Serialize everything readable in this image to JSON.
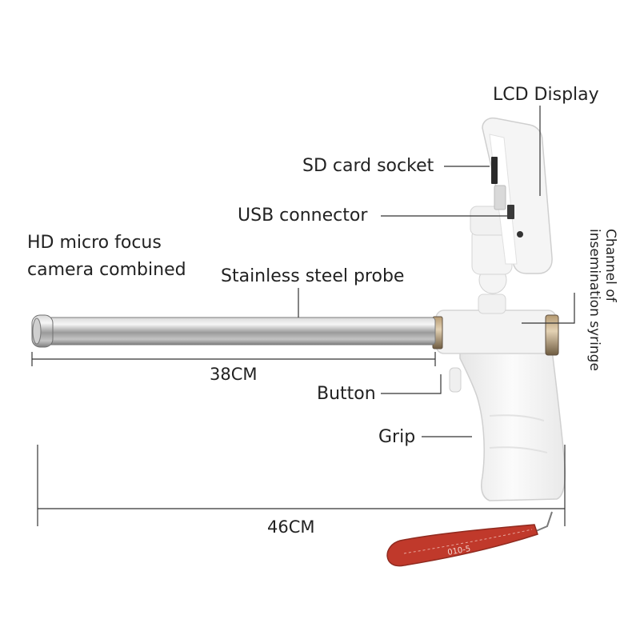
{
  "labels": {
    "lcd_display": "LCD Display",
    "sd_card_socket": "SD card socket",
    "usb_connector": "USB connector",
    "camera_line1": "HD micro focus",
    "camera_line2": "camera combined",
    "probe": "Stainless steel probe",
    "channel_line1": "Channel of",
    "channel_line2": "insemination syringe",
    "button": "Button",
    "grip": "Grip"
  },
  "dimensions": {
    "probe_length": "38CM",
    "total_length": "46CM"
  },
  "strap_text": "010-5",
  "colors": {
    "device_body": "#f4f4f4",
    "probe_steel": "#a9a9a9",
    "strap": "#c0392b",
    "leader_lines": "#333333"
  }
}
